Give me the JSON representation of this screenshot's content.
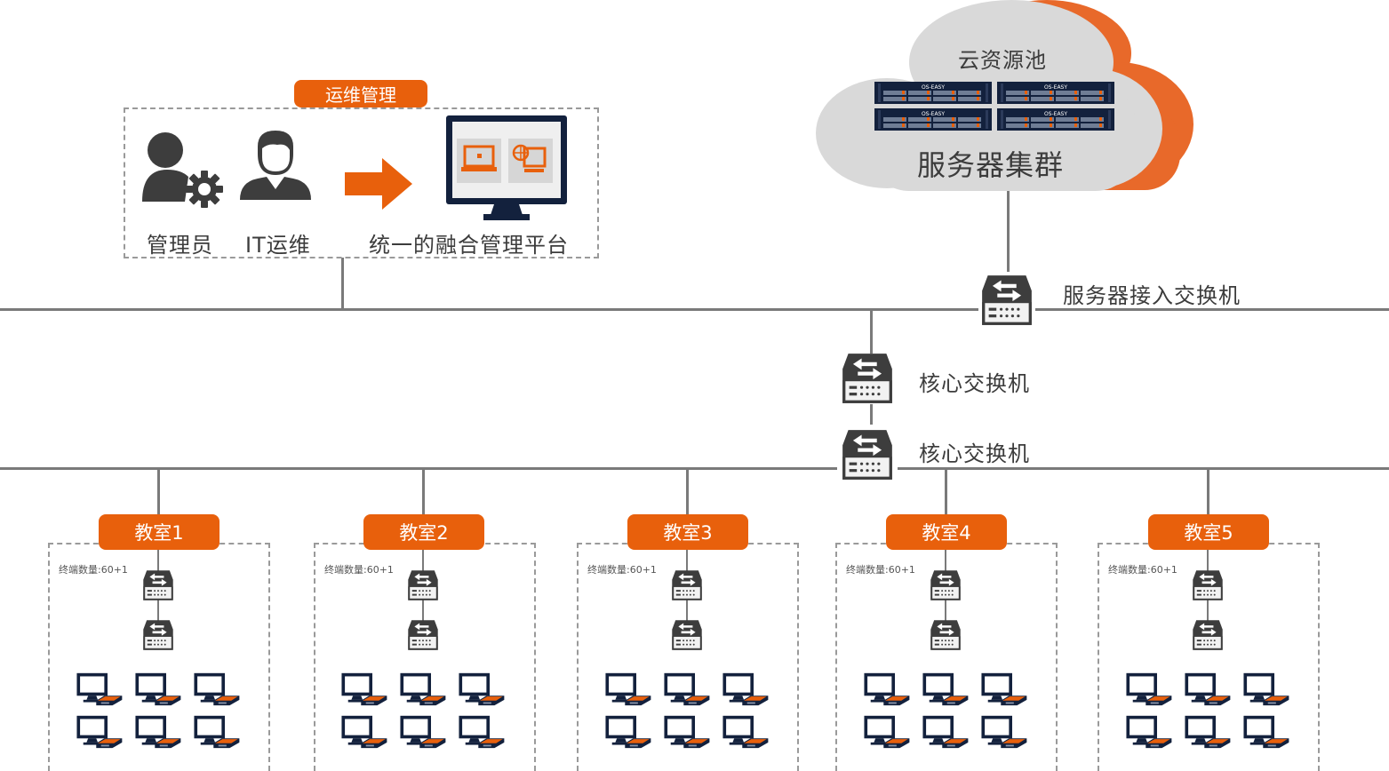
{
  "ops": {
    "tag": "运维管理",
    "admin_label": "管理员",
    "it_label": "IT运维",
    "platform_label": "统一的融合管理平台"
  },
  "cloud": {
    "title": "云资源池",
    "subtitle": "服务器集群",
    "server_brand": "OS-EASY",
    "server_count": 4
  },
  "network": {
    "server_switch_label": "服务器接入交换机",
    "core_switch_1_label": "核心交换机",
    "core_switch_2_label": "核心交换机"
  },
  "classrooms": [
    {
      "name": "教室1",
      "terminal_count_label": "终端数量:60+1"
    },
    {
      "name": "教室2",
      "terminal_count_label": "终端数量:60+1"
    },
    {
      "name": "教室3",
      "terminal_count_label": "终端数量:60+1"
    },
    {
      "name": "教室4",
      "terminal_count_label": "终端数量:60+1"
    },
    {
      "name": "教室5",
      "terminal_count_label": "终端数量:60+1"
    }
  ],
  "colors": {
    "accent": "#e8600c",
    "dark": "#3d3d3d",
    "navy": "#13213d",
    "line": "#7a7a7a",
    "cloud": "#d9d9d9"
  }
}
